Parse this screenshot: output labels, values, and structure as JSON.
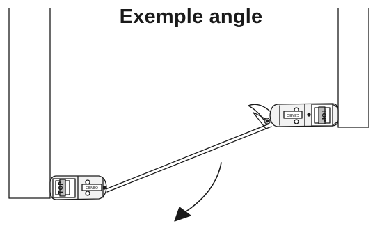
{
  "title": "Exemple angle",
  "colors": {
    "ink": "#1a1a1a",
    "fill_light": "#f2f2f2",
    "fill_mid": "#bdbdbd",
    "background": "#ffffff"
  },
  "device_left": {
    "tab_label": "TOP",
    "brand_label": "GENEO"
  },
  "device_right": {
    "tab_label": "TOP",
    "brand_label": "GENEO"
  },
  "icons": [
    "arm-icon",
    "rotation-arrow-icon"
  ]
}
